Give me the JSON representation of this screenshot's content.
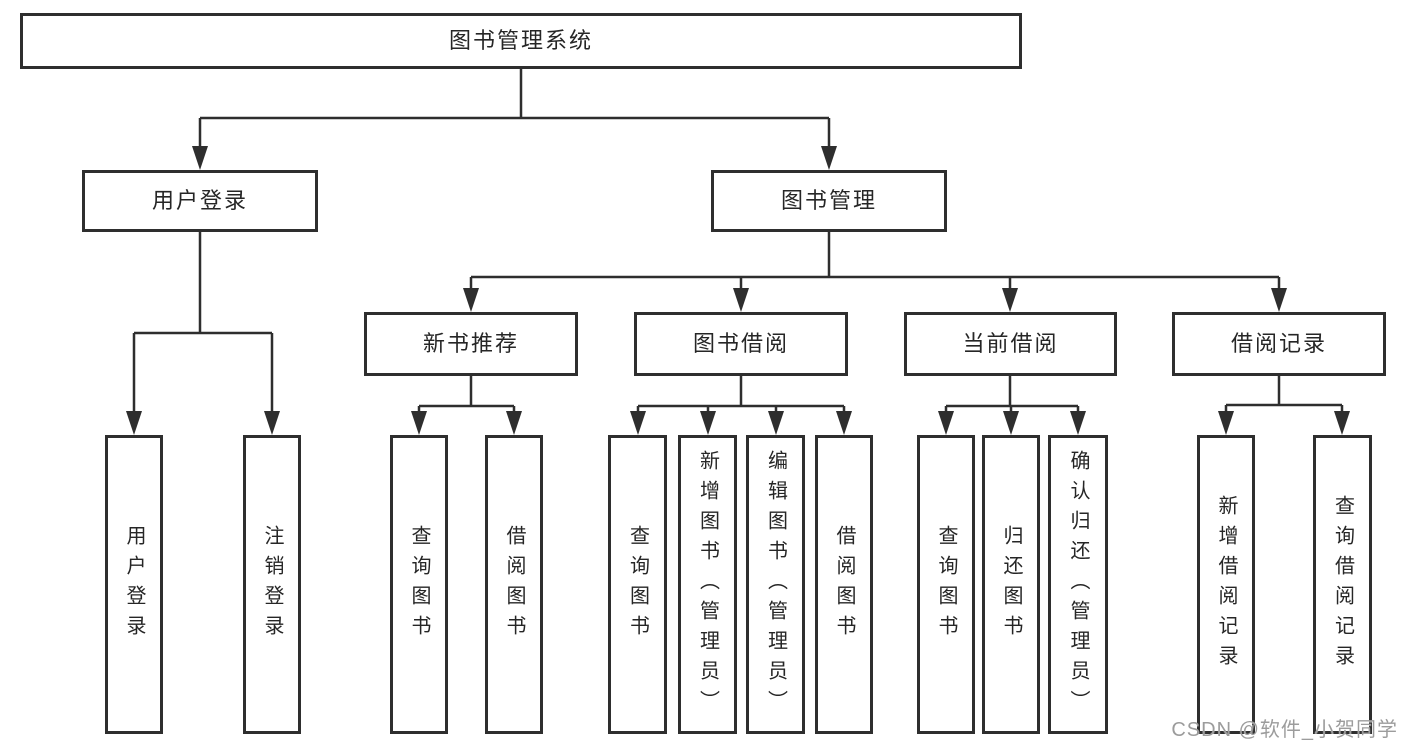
{
  "colors": {
    "line": "#2e2e2e",
    "box_border": "#2e2e2e",
    "text": "#262626",
    "background": "#ffffff",
    "watermark": "#9c9c9c"
  },
  "diagram": {
    "type": "hierarchy-tree",
    "root": {
      "label": "图书管理系统"
    },
    "branches": [
      {
        "label": "用户登录",
        "children": [
          {
            "label": "用户登录"
          },
          {
            "label": "注销登录"
          }
        ]
      },
      {
        "label": "图书管理",
        "children": [
          {
            "label": "新书推荐",
            "children": [
              {
                "label": "查询图书"
              },
              {
                "label": "借阅图书"
              }
            ]
          },
          {
            "label": "图书借阅",
            "children": [
              {
                "label": "查询图书"
              },
              {
                "label": "新增图书（管理员）"
              },
              {
                "label": "编辑图书（管理员）"
              },
              {
                "label": "借阅图书"
              }
            ]
          },
          {
            "label": "当前借阅",
            "children": [
              {
                "label": "查询图书"
              },
              {
                "label": "归还图书"
              },
              {
                "label": "确认归还（管理员）"
              }
            ]
          },
          {
            "label": "借阅记录",
            "children": [
              {
                "label": "新增借阅记录"
              },
              {
                "label": "查询借阅记录"
              }
            ]
          }
        ]
      }
    ]
  },
  "watermark": {
    "text": "CSDN @软件_小贺同学"
  }
}
